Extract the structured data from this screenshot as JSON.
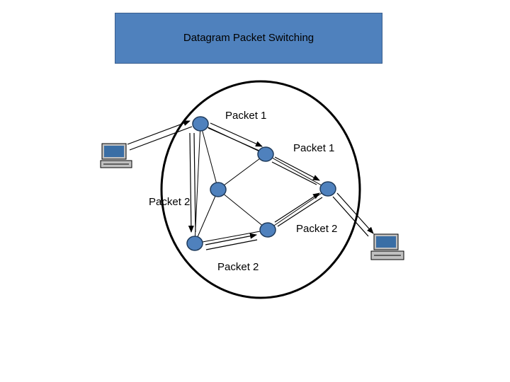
{
  "title": "Datagram Packet Switching",
  "labels": {
    "packet1_top": "Packet 1",
    "packet1_right": "Packet 1",
    "packet2_left": "Packet 2",
    "packet2_right": "Packet 2",
    "packet2_bottom": "Packet 2"
  },
  "colors": {
    "title_bg": "#4f81bd",
    "node_fill": "#4f81bd",
    "node_stroke": "#1f3b5c"
  },
  "icons": [
    "computer-icon",
    "computer-icon"
  ]
}
